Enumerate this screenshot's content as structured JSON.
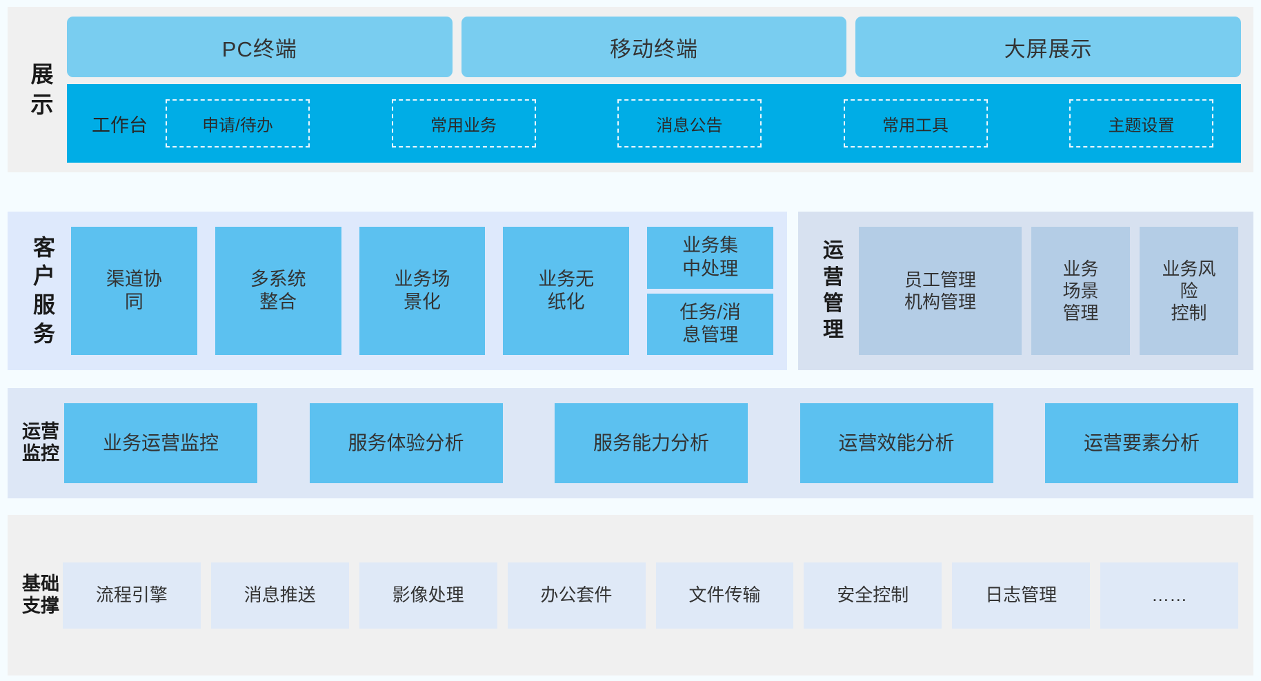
{
  "page": {
    "background": "#f5fcff",
    "accent_strong": "#00ade6",
    "accent_mid": "#5cc1f0",
    "accent_light": "#79cdf0",
    "panel_gray": "#f0f0f0",
    "panel_blue": "#dee9fc",
    "panel_slate": "#d7e1f0",
    "panel_monitor": "#dde7f6",
    "card_ops": "#b4cde6",
    "card_base": "#dfe9f7"
  },
  "presentation": {
    "label": [
      "展",
      "示"
    ],
    "terminals": [
      {
        "label": "PC终端"
      },
      {
        "label": "移动终端"
      },
      {
        "label": "大屏展示"
      }
    ],
    "workbench": {
      "title": "工作台",
      "items": [
        {
          "label": "申请/待办"
        },
        {
          "label": "常用业务"
        },
        {
          "label": "消息公告"
        },
        {
          "label": "常用工具"
        },
        {
          "label": "主题设置"
        }
      ]
    }
  },
  "customer_service": {
    "label": [
      "客",
      "户",
      "服",
      "务"
    ],
    "cards": [
      {
        "label": "渠道协\n同"
      },
      {
        "label": "多系统\n整合"
      },
      {
        "label": "业务场\n景化"
      },
      {
        "label": "业务无\n纸化"
      }
    ],
    "split_card": [
      {
        "label": "业务集\n中处理"
      },
      {
        "label": "任务/消\n息管理"
      }
    ]
  },
  "operations_management": {
    "label": [
      "运",
      "营",
      "管",
      "理"
    ],
    "cards": [
      {
        "label": "员工管理\n机构管理"
      },
      {
        "label": "业务\n场景\n管理"
      },
      {
        "label": "业务风\n险\n控制"
      }
    ]
  },
  "operation_monitoring": {
    "label": [
      "运营",
      "监控"
    ],
    "cards": [
      {
        "label": "业务运营监控"
      },
      {
        "label": "服务体验分析"
      },
      {
        "label": "服务能力分析"
      },
      {
        "label": "运营效能分析"
      },
      {
        "label": "运营要素分析"
      }
    ]
  },
  "foundation": {
    "label": [
      "基础",
      "支撑"
    ],
    "cards": [
      {
        "label": "流程引擎"
      },
      {
        "label": "消息推送"
      },
      {
        "label": "影像处理"
      },
      {
        "label": "办公套件"
      },
      {
        "label": "文件传输"
      },
      {
        "label": "安全控制"
      },
      {
        "label": "日志管理"
      },
      {
        "label": "……"
      }
    ]
  }
}
